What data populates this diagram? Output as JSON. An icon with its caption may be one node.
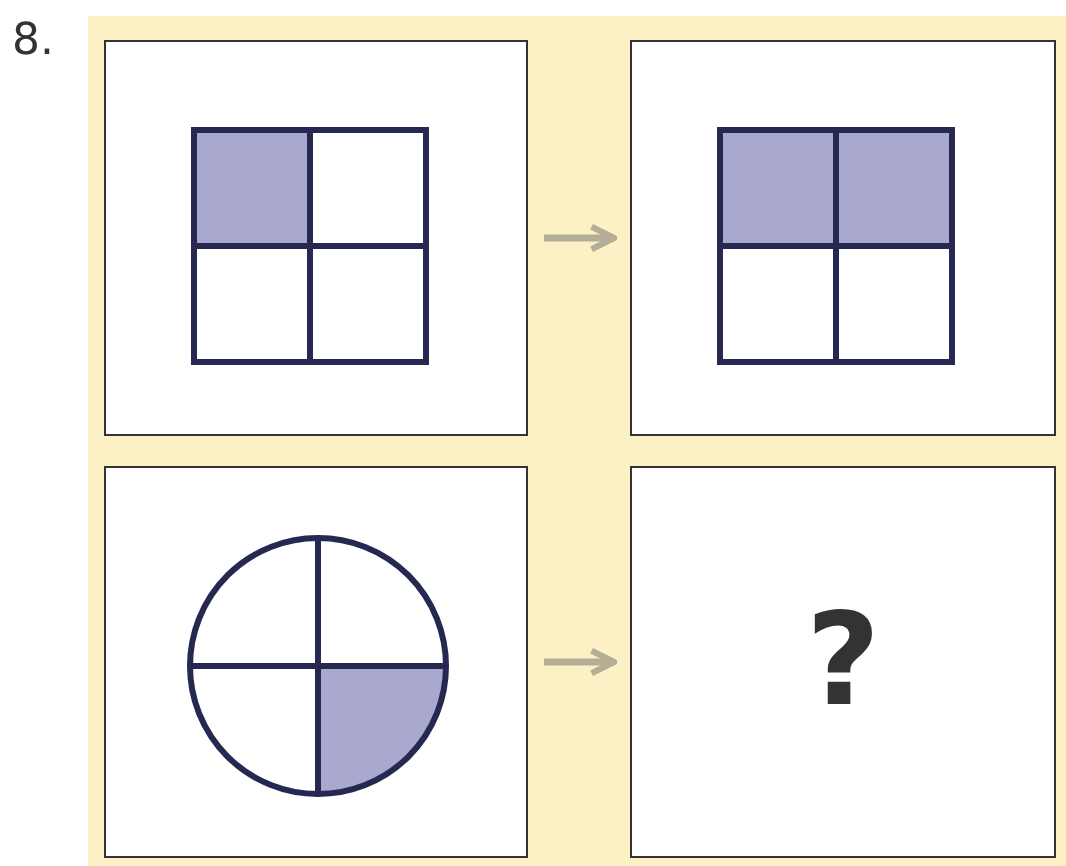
{
  "diagram": {
    "nodes": [
      {
        "text": [],
        "shape": "box"
      },
      {
        "text": [],
        "shape": "box"
      },
      {
        "text": [],
        "shape": "box"
      },
      {
        "text": [
          "?"
        ]
      }
    ],
    "edges": [
      {
        "from": 0,
        "to": 1,
        "arrow": "to"
      },
      {
        "from": 2,
        "to": 3,
        "arrow": "to"
      }
    ],
    "labels": [
      "8."
    ]
  }
}
